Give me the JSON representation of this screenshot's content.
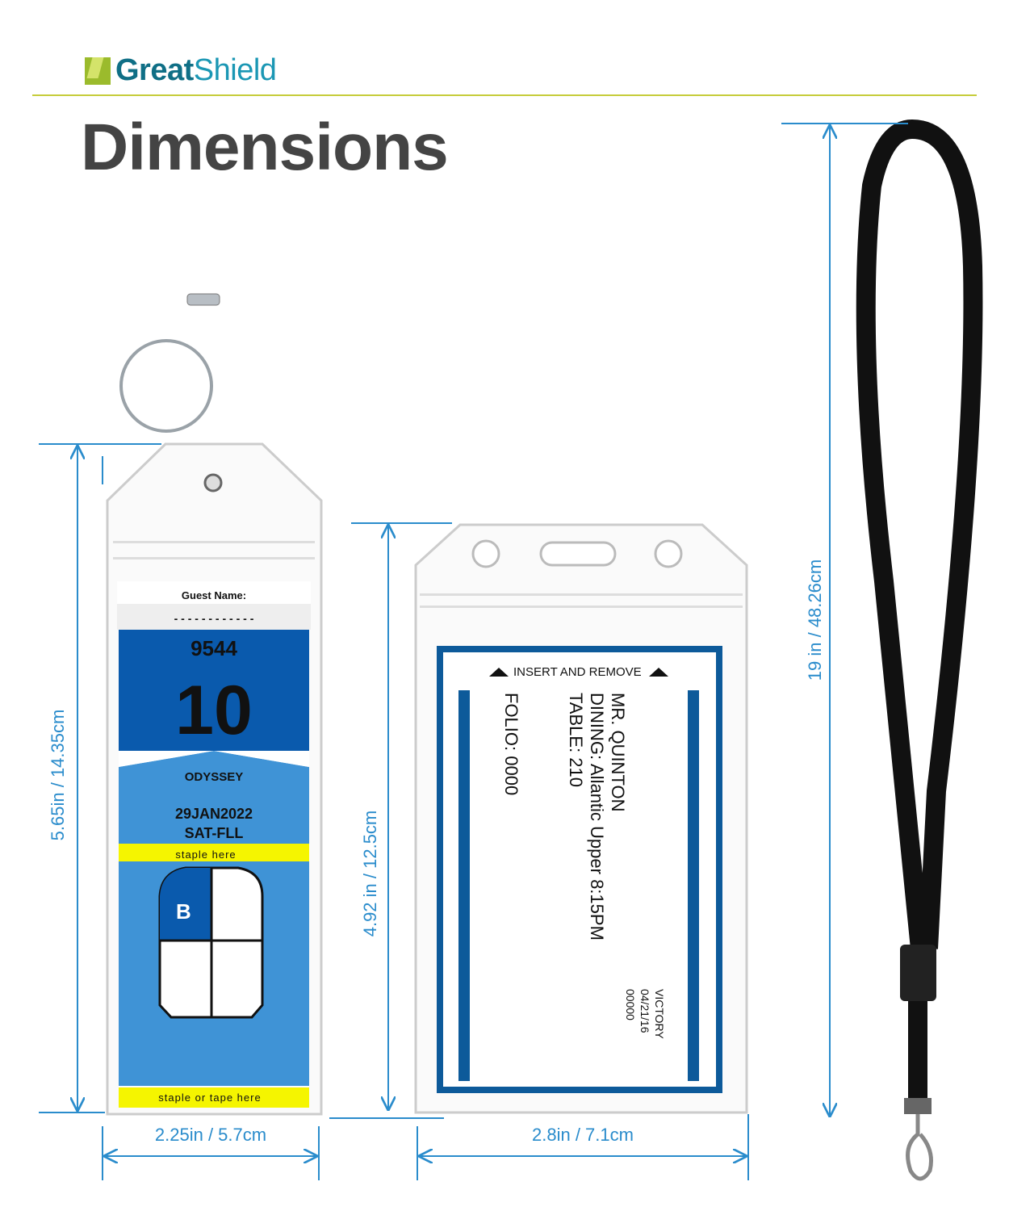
{
  "brand": {
    "name_part1": "Great",
    "name_part2": "Shield",
    "colors": {
      "primary": "#0f6f86",
      "accent": "#9bbb2c",
      "rule": "#c6cc3a"
    }
  },
  "title": "Dimensions",
  "dimension_color": "#2a8ccc",
  "luggage_tag": {
    "height_label": "5.65in / 14.35cm",
    "width_label": "2.25in / 5.7cm",
    "guest_name_label": "Guest Name:",
    "dashes": "- - - - - - - - - - - -",
    "number": "9544",
    "big_number": "10",
    "ship": "ODYSSEY",
    "date": "29JAN2022",
    "route": "SAT-FLL",
    "staple_here": "staple here",
    "staple_or_tape": "staple or tape here",
    "quadrant_letter": "B",
    "colors": {
      "dark_blue": "#0a5aad",
      "light_blue": "#3f93d6",
      "yellow": "#f5f500"
    }
  },
  "badge_holder": {
    "height_label": "4.92 in / 12.5cm",
    "width_label": "2.8in / 7.1cm",
    "insert_label": "INSERT AND REMOVE",
    "lines": [
      "MR. QUINTON",
      "DINING: Allantic Upper 8:15PM",
      "TABLE: 210"
    ],
    "folio": "FOLIO: 0000",
    "corner_lines": [
      "VICTORY",
      "04/21/16",
      "00000"
    ],
    "border_color": "#0d5a9a"
  },
  "lanyard": {
    "length_label": "19 in / 48.26cm"
  }
}
